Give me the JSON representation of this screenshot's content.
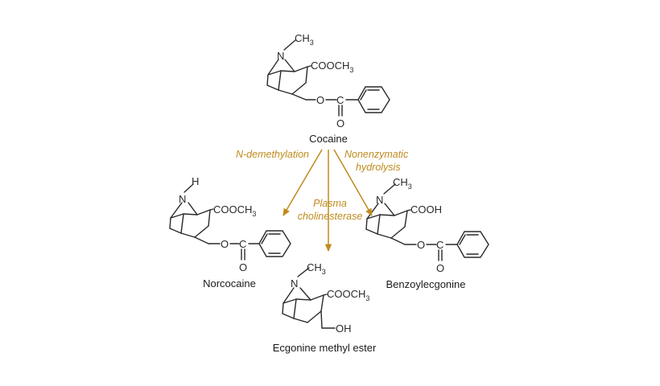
{
  "colors": {
    "arrow": "#c08a1e",
    "ink": "#2a2a2a"
  },
  "molecules": {
    "cocaine": {
      "name": "Cocaine",
      "n": "N",
      "ch3": "CH",
      "ch3_sub": "3",
      "ester": "COOCH",
      "ester_sub": "3",
      "o1": "O",
      "c": "C",
      "o2": "O"
    },
    "norcocaine": {
      "name": "Norcocaine",
      "n": "N",
      "h": "H",
      "ester": "COOCH",
      "ester_sub": "3",
      "o1": "O",
      "c": "C",
      "o2": "O"
    },
    "benzoylecgonine": {
      "name": "Benzoylecgonine",
      "n": "N",
      "ch3": "CH",
      "ch3_sub": "3",
      "acid": "COOH",
      "o1": "O",
      "c": "C",
      "o2": "O"
    },
    "ecgonine_methyl_ester": {
      "name": "Ecgonine methyl ester",
      "n": "N",
      "ch3": "CH",
      "ch3_sub": "3",
      "ester": "COOCH",
      "ester_sub": "3",
      "oh": "OH"
    }
  },
  "enzymes": {
    "left": "N-demethylation",
    "center_line1": "Plasma",
    "center_line2": "cholinesterase",
    "right_line1": "Nonenzymatic",
    "right_line2": "hydrolysis"
  }
}
